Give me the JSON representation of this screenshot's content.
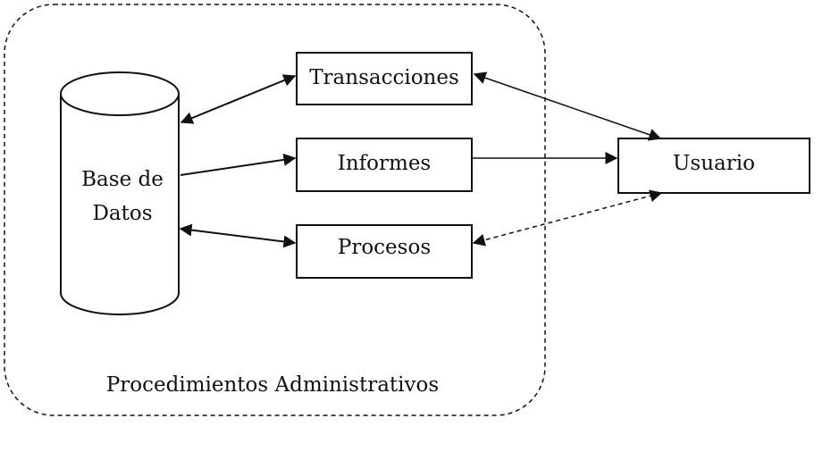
{
  "diagram": {
    "boundary_label": "Procedimientos Administrativos",
    "database": {
      "line1": "Base de",
      "line2": "Datos"
    },
    "boxes": {
      "transacciones": "Transacciones",
      "informes": "Informes",
      "procesos": "Procesos",
      "usuario": "Usuario"
    },
    "connections": [
      {
        "from": "database",
        "to": "transacciones",
        "style": "solid",
        "arrows": "both"
      },
      {
        "from": "database",
        "to": "informes",
        "style": "solid",
        "arrows": "end"
      },
      {
        "from": "database",
        "to": "procesos",
        "style": "solid",
        "arrows": "both"
      },
      {
        "from": "transacciones",
        "to": "usuario",
        "style": "solid",
        "arrows": "both"
      },
      {
        "from": "informes",
        "to": "usuario",
        "style": "solid",
        "arrows": "end"
      },
      {
        "from": "usuario",
        "to": "procesos",
        "style": "dashed",
        "arrows": "both"
      }
    ],
    "colors": {
      "stroke": "#111111",
      "background": "#ffffff"
    }
  }
}
